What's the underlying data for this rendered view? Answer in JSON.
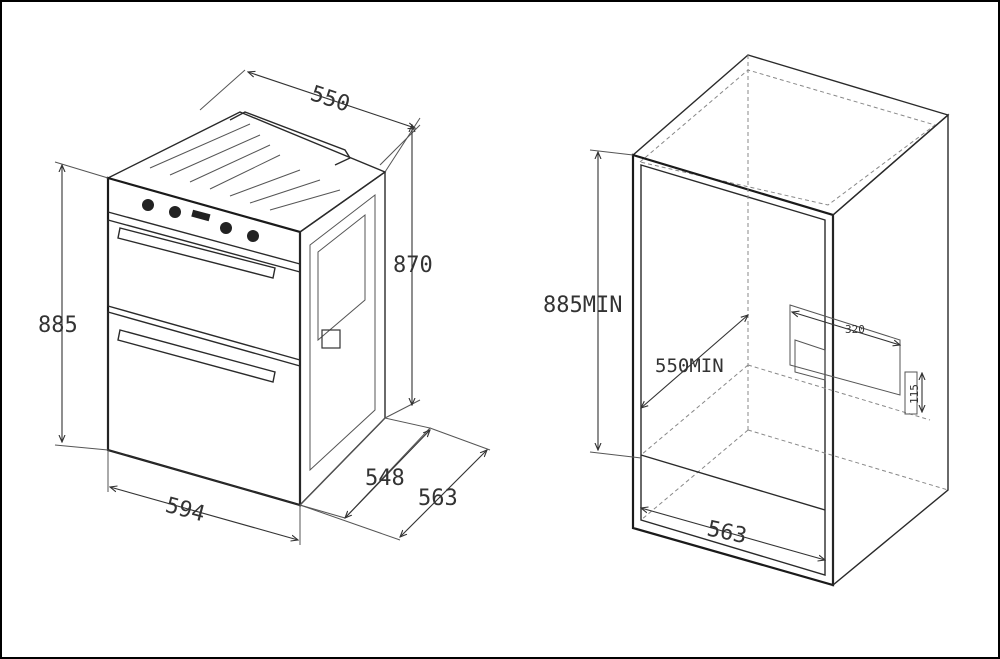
{
  "oven": {
    "dim_width_top": "550",
    "dim_height_left": "885",
    "dim_height_right": "870",
    "dim_width_front": "594",
    "dim_depth_inner": "548",
    "dim_depth_outer": "563"
  },
  "cabinet": {
    "dim_height_min": "885MIN",
    "dim_width_min": "550MIN",
    "dim_depth": "563",
    "dim_cutout_width": "320",
    "dim_cutout_height": "115"
  },
  "colors": {
    "line": "#2a2a2a",
    "frame": "#000000",
    "background": "#ffffff"
  }
}
